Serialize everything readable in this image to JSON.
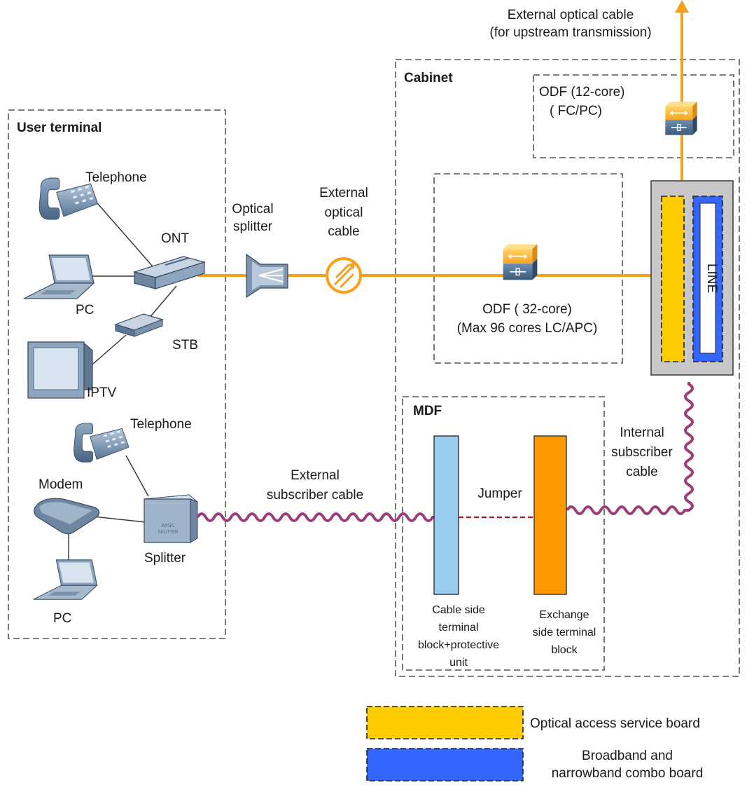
{
  "groups": {
    "user_terminal": "User terminal",
    "cabinet": "Cabinet",
    "mdf": "MDF"
  },
  "labels": {
    "external_optical_top_1": "External optical cable",
    "external_optical_top_2": "(for upstream transmission)",
    "odf12_1": "ODF (12-core)",
    "odf12_2": "( FC/PC)",
    "odf32_1": "ODF ( 32-core)",
    "odf32_2": "(Max 96 cores LC/APC)",
    "telephone_1": "Telephone",
    "ont": "ONT",
    "pc_1": "PC",
    "stb": "STB",
    "iptv": "IPTV",
    "telephone_2": "Telephone",
    "modem": "Modem",
    "splitter": "Splitter",
    "pc_2": "PC",
    "optical_splitter_1": "Optical",
    "optical_splitter_2": "splitter",
    "ext_optical_1": "External",
    "ext_optical_2": "optical",
    "ext_optical_3": "cable",
    "line": "LINE",
    "internal_sub_1": "Internal",
    "internal_sub_2": "subscriber",
    "internal_sub_3": "cable",
    "ext_sub_1": "External",
    "ext_sub_2": "subscriber cable",
    "jumper": "Jumper",
    "cable_side_1": "Cable side",
    "cable_side_2": "terminal",
    "cable_side_3": "block+protective",
    "cable_side_4": "unit",
    "exchange_side_1": "Exchange",
    "exchange_side_2": "side terminal",
    "exchange_side_3": "block"
  },
  "legend": {
    "optical_board": "Optical access service board",
    "combo_board_1": "Broadband and",
    "combo_board_2": "narrowband combo board"
  },
  "colors": {
    "optical_board": "#ffcc00",
    "combo_board": "#3366ff",
    "optical_cable": "#f7a01a",
    "subscriber_cable": "#9c3d7a",
    "cable_side_block": "#99ccee",
    "exchange_side_block": "#ff9900",
    "jumper": "#a01a1a",
    "chassis": "#c8c8c8"
  },
  "icons": {
    "telephone": "telephone-icon",
    "laptop": "laptop-icon",
    "ont": "ont-icon",
    "stb": "set-top-box-icon",
    "tv": "tv-icon",
    "modem": "modem-icon",
    "splitter": "splitter-icon",
    "optical_splitter": "optical-splitter-icon",
    "optical_cable": "optical-cable-icon",
    "odf": "odf-icon"
  }
}
